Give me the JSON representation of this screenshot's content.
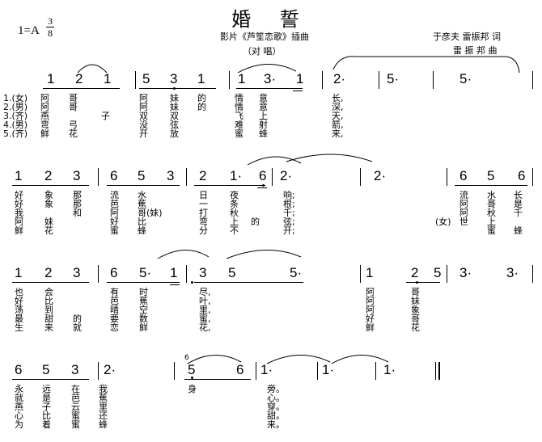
{
  "header": {
    "title": "婚 誓",
    "key": "1=A",
    "time_top": "3",
    "time_bottom": "8",
    "source": "影片《芦笙恋歌》插曲",
    "duet": "（对 唱）",
    "lyricist": "于彦夫 雷振邦 词",
    "composer": "雷  振  邦 曲"
  },
  "verse_labels": [
    "1.(女)",
    "2.(男)",
    "3.(齐)",
    "4.(男)",
    "5.(齐)"
  ],
  "rows": [
    {
      "notes": [
        "1",
        "2",
        "1",
        "5",
        "3",
        "1",
        "1",
        "3·",
        "1",
        "2·",
        "5·",
        "5·"
      ],
      "lyrics": [
        [
          "阿",
          "哥",
          "",
          "阿",
          "妹",
          "的",
          "情",
          "意",
          "",
          "长,",
          "",
          ""
        ],
        [
          "阿",
          "哥",
          "",
          "阿",
          "妹",
          "的",
          "情",
          "意",
          "",
          "深,",
          "",
          ""
        ],
        [
          "燕",
          "",
          "子",
          "双",
          "双",
          "",
          "飞",
          "上",
          "",
          "天,",
          "",
          ""
        ],
        [
          "弯",
          "弓",
          "",
          "没",
          "弦",
          "",
          "难",
          "射",
          "",
          "箭,",
          "",
          ""
        ],
        [
          "鲜",
          "花",
          "",
          "开",
          "放",
          "",
          "蜜",
          "蜂",
          "",
          "来,",
          "",
          ""
        ]
      ]
    },
    {
      "notes": [
        "1",
        "2",
        "3",
        "6",
        "5",
        "3",
        "2",
        "1·",
        "6",
        "2·",
        "2·",
        "6",
        "5",
        "6"
      ],
      "lyrics": [
        [
          "好",
          "象",
          "那",
          "流",
          "水",
          "",
          "日",
          "夜",
          "",
          "响;",
          "",
          "流",
          "水",
          "长"
        ],
        [
          "好",
          "象",
          "那",
          "芭",
          "蕉",
          "",
          "一",
          "条",
          "",
          "根;",
          "",
          "阿",
          "哥",
          "是"
        ],
        [
          "我",
          "",
          "和",
          "阿",
          "哥(妹)",
          "",
          "打",
          "秋",
          "",
          "千;",
          "",
          "阿",
          "秋",
          "千"
        ],
        [
          "阿",
          "妹",
          "",
          "好",
          "比",
          "",
          "弯",
          "上",
          "的",
          "弦;",
          "(女)",
          "世",
          "上",
          ""
        ],
        [
          "鲜",
          "花",
          "",
          "蜜",
          "蜂",
          "",
          "分",
          "不",
          "",
          "开;",
          "",
          "",
          "蜜",
          "蜂"
        ]
      ]
    },
    {
      "notes": [
        "1",
        "2",
        "3",
        "6",
        "5·",
        "1",
        "3",
        "5",
        "5·",
        "1",
        "2",
        "5",
        "3·",
        "3·"
      ],
      "lyrics": [
        [
          "也",
          "会",
          "",
          "有",
          "时",
          "",
          "尽,",
          "",
          "",
          "阿",
          "哥",
          "",
          ""
        ],
        [
          "好",
          "比",
          "",
          "芭",
          "蕉",
          "",
          "叶,",
          "",
          "",
          "阿",
          "妹",
          "",
          ""
        ],
        [
          "荡",
          "到",
          "",
          "晴",
          "空",
          "",
          "里,",
          "",
          "",
          "阿",
          "象",
          "",
          ""
        ],
        [
          "最",
          "甜",
          "的",
          "要",
          "数",
          "",
          "蜜,",
          "",
          "",
          "好",
          "哥",
          "",
          ""
        ],
        [
          "生",
          "来",
          "就",
          "恋",
          "鲜",
          "",
          "花,",
          "",
          "",
          "鲜",
          "花",
          "",
          ""
        ]
      ]
    },
    {
      "notes": [
        "6",
        "5",
        "3",
        "2·",
        "5",
        "6",
        "1·",
        "1·",
        "1·"
      ],
      "grace": "6",
      "lyrics": [
        [
          "永",
          "远",
          "在",
          "我",
          "身",
          "",
          "旁。"
        ],
        [
          "就",
          "是",
          "芭",
          "蕉",
          "",
          "",
          "心。"
        ],
        [
          "燕",
          "子",
          "云",
          "里",
          "",
          "",
          "穿。"
        ],
        [
          "心",
          "比",
          "蜜",
          "还",
          "",
          "",
          "甜。"
        ],
        [
          "为",
          "着",
          "蜜",
          "蜂",
          "",
          "",
          "来。"
        ]
      ]
    }
  ]
}
